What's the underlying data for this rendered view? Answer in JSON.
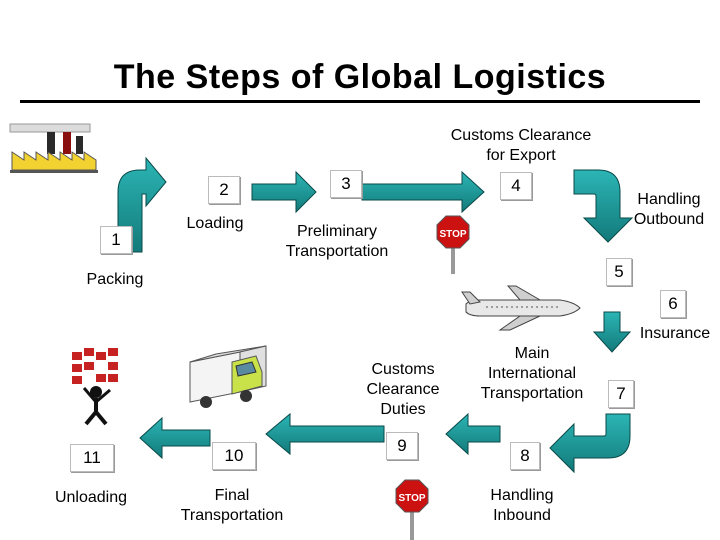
{
  "title": "The Steps of Global Logistics",
  "colors": {
    "arrow": "#1a9a9a",
    "arrow_edge": "#0a4a4a",
    "stop": "#cc1111"
  },
  "steps": [
    {
      "num": "1",
      "label": "Packing"
    },
    {
      "num": "2",
      "label": "Loading"
    },
    {
      "num": "3",
      "label": "Preliminary\nTransportation"
    },
    {
      "num": "4",
      "label": "Customs Clearance\nfor Export"
    },
    {
      "num": "5",
      "label": "Handling\nOutbound"
    },
    {
      "num": "6",
      "label": "Insurance"
    },
    {
      "num": "7",
      "label": "Main\nInternational\nTransportation"
    },
    {
      "num": "8",
      "label": "Handling\nInbound"
    },
    {
      "num": "9",
      "label": "Customs\nClearance\nDuties"
    },
    {
      "num": "10",
      "label": "Final\nTransportation"
    },
    {
      "num": "11",
      "label": "Unloading"
    }
  ],
  "icons": [
    "factory-icon",
    "stop-sign-icon",
    "airplane-icon",
    "truck-icon",
    "worker-boxes-icon"
  ],
  "stop_text": "STOP"
}
